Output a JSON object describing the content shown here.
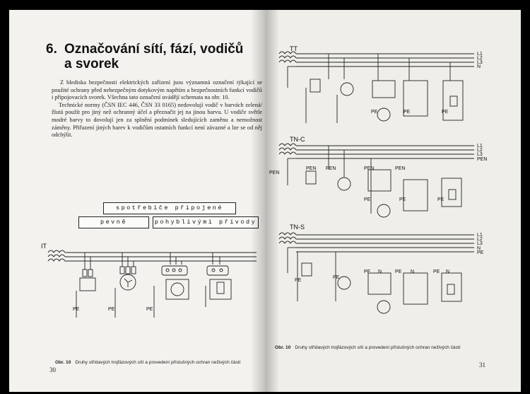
{
  "left_page": {
    "section_number": "6.",
    "title_line1": "Označování sítí, fází, vodičů",
    "title_line2": "a svorek",
    "paragraphs": [
      "Z hlediska bezpečnosti elektrických zařízení jsou významná označení týkající se použité ochrany před nebezpečným dotykovým napětím a bezpečnostních funkcí vodičů i připojovacích svorek. Všechna tato označení uvádějí schemata na obr. 10.",
      "Technické normy (ČSN IEC 446, ČSN 33 0165) nedovolují vodič v barvách zelená/žlutá použít pro jiný než ochranný účel a přeznačit jej na jinou barvu. U vodiče světle modré barvy to dovolují jen za splnění podmínek sledujících zaměnu a nemožnost záměny. Přiřazení jiných barev k vodičům ostatních funkcí není závazné a lze se od něj odchýlit."
    ],
    "diagram_boxes": {
      "connected_appliances": "spotřebiče připojené",
      "fixed": "pevně",
      "flexible_leads": "pohyblivými přívody"
    },
    "network_label": "IT",
    "pe_label": "PE",
    "caption_label": "Obr. 10",
    "caption_text": "Druhy střídavých trojfázových sítí a provedení příslušných ochran neživých částí",
    "page_number": "30"
  },
  "right_page": {
    "networks": [
      {
        "name": "TT",
        "conductors": [
          "L1",
          "L2",
          "L3",
          "N"
        ]
      },
      {
        "name": "TN-C",
        "conductors": [
          "L1",
          "L2",
          "L3",
          "PEN"
        ]
      },
      {
        "name": "TN-S",
        "conductors": [
          "L1",
          "L2",
          "L3",
          "N",
          "PE"
        ]
      }
    ],
    "pe_label": "PE",
    "pen_label": "PEN",
    "n_label": "N",
    "caption_label": "Obr. 10",
    "caption_text": "Druhy střídavých trojfázových sítí a provedení příslušných ochran neživých částí",
    "page_number": "31"
  }
}
